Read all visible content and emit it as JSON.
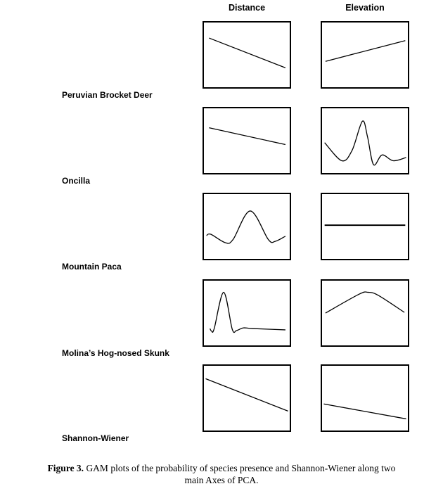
{
  "chart_data": {
    "type": "line",
    "title": "GAM plots of the probability of species presence and Shannon-Wiener along two main Axes of PCA",
    "columns": [
      "Distance",
      "Elevation"
    ],
    "rows": [
      {
        "label": "Peruvian Brocket Deer",
        "distance": [
          [
            0.06,
            0.76
          ],
          [
            0.95,
            0.3
          ]
        ],
        "elevation": [
          [
            0.04,
            0.4
          ],
          [
            0.97,
            0.72
          ]
        ]
      },
      {
        "label": "Oncilla",
        "distance": [
          [
            0.06,
            0.7
          ],
          [
            0.95,
            0.44
          ]
        ],
        "elevation": [
          [
            0.03,
            0.47
          ],
          [
            0.23,
            0.19
          ],
          [
            0.35,
            0.35
          ],
          [
            0.47,
            0.8
          ],
          [
            0.53,
            0.56
          ],
          [
            0.6,
            0.13
          ],
          [
            0.7,
            0.28
          ],
          [
            0.83,
            0.19
          ],
          [
            0.98,
            0.24
          ]
        ]
      },
      {
        "label": "Mountain Paca",
        "distance": [
          [
            0.03,
            0.36
          ],
          [
            0.08,
            0.38
          ],
          [
            0.25,
            0.25
          ],
          [
            0.34,
            0.3
          ],
          [
            0.54,
            0.74
          ],
          [
            0.75,
            0.3
          ],
          [
            0.83,
            0.27
          ],
          [
            0.95,
            0.35
          ]
        ],
        "elevation": [
          [
            0.03,
            0.52
          ],
          [
            0.97,
            0.52
          ]
        ]
      },
      {
        "label": "Molina’s Hog-nosed Skunk",
        "distance": [
          [
            0.07,
            0.26
          ],
          [
            0.09,
            0.22
          ],
          [
            0.12,
            0.26
          ],
          [
            0.23,
            0.82
          ],
          [
            0.33,
            0.25
          ],
          [
            0.38,
            0.23
          ],
          [
            0.46,
            0.27
          ],
          [
            0.57,
            0.26
          ],
          [
            0.95,
            0.24
          ]
        ],
        "elevation": [
          [
            0.04,
            0.5
          ],
          [
            0.43,
            0.79
          ],
          [
            0.54,
            0.82
          ],
          [
            0.66,
            0.77
          ],
          [
            0.96,
            0.51
          ]
        ]
      },
      {
        "label": "Shannon-Wiener",
        "distance": [
          [
            0.02,
            0.8
          ],
          [
            0.98,
            0.3
          ]
        ],
        "elevation": [
          [
            0.02,
            0.41
          ],
          [
            0.98,
            0.18
          ]
        ]
      }
    ],
    "xlabel": "",
    "ylabel": "",
    "grid": false
  },
  "caption": {
    "label": "Figure 3.",
    "text": " GAM plots of the probability of species presence and Shannon-Wiener along two",
    "text2": "main Axes of PCA."
  }
}
